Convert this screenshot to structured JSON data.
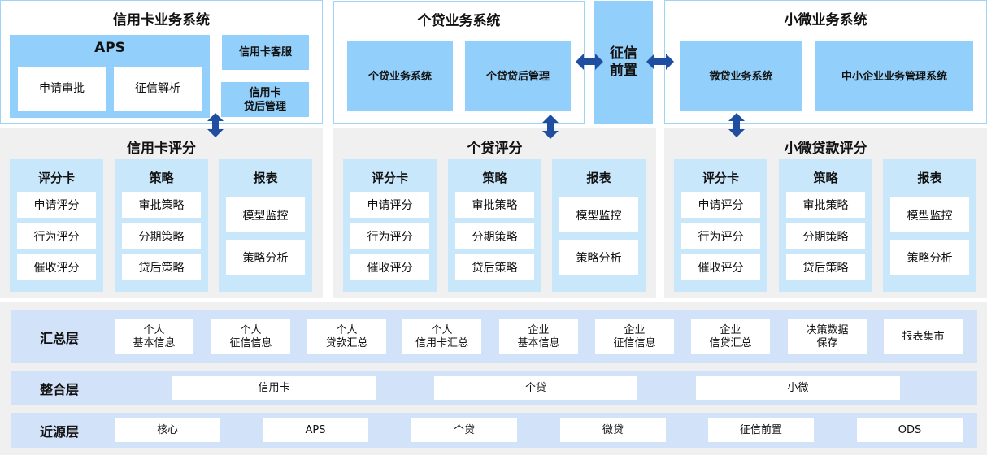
{
  "colors": {
    "panel_border": "#9fd4f5",
    "blue_box": "#92d0fb",
    "score_column": "#c9e7fb",
    "gray_panel": "#f0f0f0",
    "layer_row": "#d2e2f8",
    "arrow": "#1f4ea1"
  },
  "business_systems": {
    "credit_card": {
      "title": "信用卡业务系统",
      "aps": {
        "title": "APS",
        "items": [
          "申请审批",
          "征信解析"
        ]
      },
      "service": "信用卡客服",
      "post_loan": "信用卡\n贷后管理"
    },
    "personal_loan": {
      "title": "个贷业务系统",
      "items": [
        "个贷业务系统",
        "个贷贷后管理"
      ]
    },
    "credit_frontend": "征信\n前置",
    "micro": {
      "title": "小微业务系统",
      "items": [
        "微贷业务系统",
        "中小企业业务管理系统"
      ]
    }
  },
  "scoring": [
    {
      "title": "信用卡评分",
      "columns": [
        {
          "title": "评分卡",
          "items": [
            "申请评分",
            "行为评分",
            "催收评分"
          ]
        },
        {
          "title": "策略",
          "items": [
            "审批策略",
            "分期策略",
            "贷后策略"
          ]
        },
        {
          "title": "报表",
          "items": [
            "模型监控",
            "策略分析"
          ]
        }
      ]
    },
    {
      "title": "个贷评分",
      "columns": [
        {
          "title": "评分卡",
          "items": [
            "申请评分",
            "行为评分",
            "催收评分"
          ]
        },
        {
          "title": "策略",
          "items": [
            "审批策略",
            "分期策略",
            "贷后策略"
          ]
        },
        {
          "title": "报表",
          "items": [
            "模型监控",
            "策略分析"
          ]
        }
      ]
    },
    {
      "title": "小微贷款评分",
      "columns": [
        {
          "title": "评分卡",
          "items": [
            "申请评分",
            "行为评分",
            "催收评分"
          ]
        },
        {
          "title": "策略",
          "items": [
            "审批策略",
            "分期策略",
            "贷后策略"
          ]
        },
        {
          "title": "报表",
          "items": [
            "模型监控",
            "策略分析"
          ]
        }
      ]
    }
  ],
  "data_layers": {
    "summary": {
      "label": "汇总层",
      "items": [
        "个人\n基本信息",
        "个人\n征信信息",
        "个人\n贷款汇总",
        "个人\n信用卡汇总",
        "企业\n基本信息",
        "企业\n征信信息",
        "企业\n信贷汇总",
        "决策数据\n保存",
        "报表集市"
      ]
    },
    "integration": {
      "label": "整合层",
      "items": [
        "信用卡",
        "个贷",
        "小微"
      ]
    },
    "source": {
      "label": "近源层",
      "items": [
        "核心",
        "APS",
        "个贷",
        "微贷",
        "征信前置",
        "ODS"
      ]
    }
  }
}
